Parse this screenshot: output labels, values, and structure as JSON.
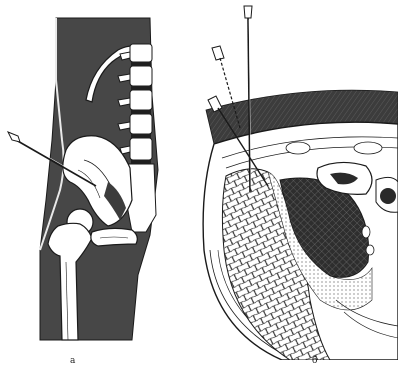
{
  "figure": {
    "panels": [
      {
        "id": "a",
        "label": "а"
      },
      {
        "id": "b",
        "label": "б"
      }
    ],
    "colors": {
      "ink": "#1a1a1a",
      "dark_fill": "#444444",
      "hatch": "#555555",
      "paper": "#ffffff"
    }
  }
}
